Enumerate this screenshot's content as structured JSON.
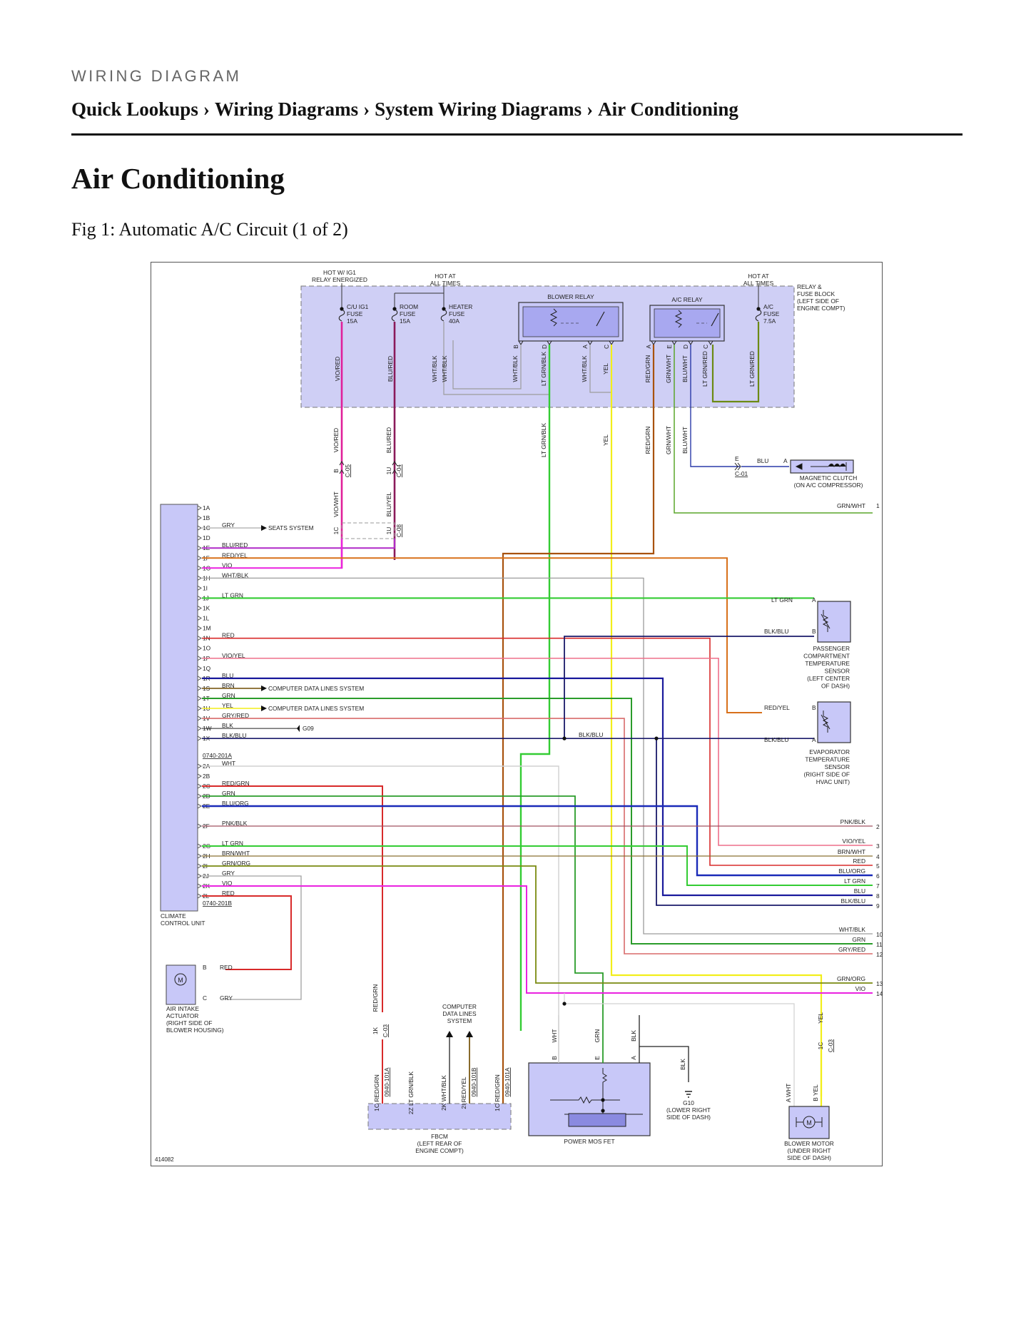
{
  "page": {
    "eyebrow": "WIRING DIAGRAM",
    "breadcrumb": [
      "Quick Lookups",
      "Wiring Diagrams",
      "System Wiring Diagrams",
      "Air Conditioning"
    ],
    "breadcrumb_separator": "›",
    "title": "Air Conditioning",
    "figure_caption": "Fig 1: Automatic A/C Circuit (1 of 2)"
  },
  "diagram": {
    "figure_id": "414082",
    "top_labels": {
      "hot_ig1": [
        "HOT W/ IG1",
        "RELAY ENERGIZED"
      ],
      "hot_at_all_times_1": [
        "HOT AT",
        "ALL TIMES"
      ],
      "hot_at_all_times_2": [
        "HOT AT",
        "ALL TIMES"
      ]
    },
    "relay_block_label": [
      "RELAY &",
      "FUSE BLOCK",
      "(LEFT SIDE OF",
      "ENGINE COMPT)"
    ],
    "fuses": {
      "cu_ig1": [
        "C/U IG1",
        "FUSE",
        "15A"
      ],
      "room": [
        "ROOM",
        "FUSE",
        "15A"
      ],
      "heater": [
        "HEATER",
        "FUSE",
        "40A"
      ],
      "ac": [
        "A/C",
        "FUSE",
        "7.5A"
      ]
    },
    "blower_relay": {
      "title": "BLOWER RELAY",
      "pins": [
        "B",
        "D",
        "A",
        "C"
      ],
      "wires": [
        "WHT/BLK",
        "LT GRN/BLK",
        "WHT/BLK",
        "YEL"
      ]
    },
    "ac_relay": {
      "title": "A/C RELAY",
      "pins": [
        "A",
        "E",
        "D",
        "C"
      ],
      "wires": [
        "RED/GRN",
        "GRN/WHT",
        "BLU/WHT",
        "LT GRN/RED"
      ]
    },
    "fuse_wires": [
      "VIO/RED",
      "BLU/RED",
      "WHT/BLK",
      "WHT/BLK",
      "LT GRN/RED"
    ],
    "mid_wires": [
      "VIO/RED",
      "BLU/RED",
      "LT GRN/BLK",
      "YEL",
      "RED/GRN",
      "GRN/WHT",
      "BLU/WHT"
    ],
    "connectors": {
      "c05": {
        "pin": "B",
        "name": "C-05"
      },
      "c04": {
        "pin": "1U",
        "name": "C-04"
      },
      "c08_1c": {
        "pin": "1C"
      },
      "c08": {
        "pin": "1U",
        "name": "C-08"
      },
      "c01": {
        "pin": "E",
        "name": "C-01"
      },
      "c03_fbcm": {
        "pin": "1K",
        "name": "C-03"
      },
      "c03_blower": {
        "pin": "1C",
        "name": "C-03"
      }
    },
    "conn_wires": [
      "VIO/WHT",
      "BLU/YEL"
    ],
    "magnetic_clutch": {
      "wire": "BLU",
      "pin": "A",
      "label": [
        "MAGNETIC CLUTCH",
        "(ON A/C COMPRESSOR)"
      ]
    },
    "grn_wht_1": {
      "label": "GRN/WHT",
      "num": "1"
    },
    "ccu": {
      "label": [
        "CLIMATE",
        "CONTROL UNIT"
      ],
      "connector_a": "0740-201A",
      "connector_b": "0740-201B",
      "pins1": [
        {
          "pin": "1A",
          "wire": ""
        },
        {
          "pin": "1B",
          "wire": ""
        },
        {
          "pin": "1C",
          "wire": "GRY"
        },
        {
          "pin": "1D",
          "wire": ""
        },
        {
          "pin": "1E",
          "wire": "BLU/RED"
        },
        {
          "pin": "1F",
          "wire": "RED/YEL"
        },
        {
          "pin": "1G",
          "wire": "VIO"
        },
        {
          "pin": "1H",
          "wire": "WHT/BLK"
        },
        {
          "pin": "1I",
          "wire": ""
        },
        {
          "pin": "1J",
          "wire": "LT GRN"
        },
        {
          "pin": "1K",
          "wire": ""
        },
        {
          "pin": "1L",
          "wire": ""
        },
        {
          "pin": "1M",
          "wire": ""
        },
        {
          "pin": "1N",
          "wire": "RED"
        },
        {
          "pin": "1O",
          "wire": ""
        },
        {
          "pin": "1P",
          "wire": "VIO/YEL"
        },
        {
          "pin": "1Q",
          "wire": ""
        },
        {
          "pin": "1R",
          "wire": "BLU"
        },
        {
          "pin": "1S",
          "wire": "BRN"
        },
        {
          "pin": "1T",
          "wire": "GRN"
        },
        {
          "pin": "1U",
          "wire": "YEL"
        },
        {
          "pin": "1V",
          "wire": "GRY/RED"
        },
        {
          "pin": "1W",
          "wire": "BLK"
        },
        {
          "pin": "1X",
          "wire": "BLK/BLU"
        }
      ],
      "pins2": [
        {
          "pin": "2A",
          "wire": "WHT"
        },
        {
          "pin": "2B",
          "wire": ""
        },
        {
          "pin": "2C",
          "wire": "RED/GRN"
        },
        {
          "pin": "2D",
          "wire": "GRN"
        },
        {
          "pin": "2E",
          "wire": "BLU/ORG"
        },
        {
          "pin": "2F",
          "wire": "PNK/BLK"
        },
        {
          "pin": "2G",
          "wire": "LT GRN"
        },
        {
          "pin": "2H",
          "wire": "BRN/WHT"
        },
        {
          "pin": "2I",
          "wire": "GRN/ORG"
        },
        {
          "pin": "2J",
          "wire": "GRY"
        },
        {
          "pin": "2K",
          "wire": "VIO"
        },
        {
          "pin": "2L",
          "wire": "RED"
        }
      ]
    },
    "arrow_targets": {
      "seats": "SEATS SYSTEM",
      "cdl1": "COMPUTER DATA LINES SYSTEM",
      "cdl2": "COMPUTER DATA LINES SYSTEM",
      "g09": "G09"
    },
    "pcts": {
      "wires": [
        "LT GRN",
        "BLK/BLU"
      ],
      "pins": [
        "A",
        "B"
      ],
      "label": [
        "PASSENGER",
        "COMPARTMENT",
        "TEMPERATURE",
        "SENSOR",
        "(LEFT CENTER",
        "OF DASH)"
      ]
    },
    "evap": {
      "wires": [
        "RED/YEL",
        "BLK/BLU"
      ],
      "pins": [
        "B",
        "A"
      ],
      "label": [
        "EVAPORATOR",
        "TEMPERATURE",
        "SENSOR",
        "(RIGHT SIDE OF",
        "HVAC UNIT)"
      ]
    },
    "splice_wire": "BLK/BLU",
    "right_wires": [
      {
        "label": "PNK/BLK",
        "num": "2"
      },
      {
        "label": "VIO/YEL",
        "num": "3"
      },
      {
        "label": "BRN/WHT",
        "num": "4"
      },
      {
        "label": "RED",
        "num": "5"
      },
      {
        "label": "BLU/ORG",
        "num": "6"
      },
      {
        "label": "LT GRN",
        "num": "7"
      },
      {
        "label": "BLU",
        "num": "8"
      },
      {
        "label": "BLK/BLU",
        "num": "9"
      },
      {
        "label": "WHT/BLK",
        "num": "10"
      },
      {
        "label": "GRN",
        "num": "11"
      },
      {
        "label": "GRY/RED",
        "num": "12"
      },
      {
        "label": "GRN/ORG",
        "num": "13"
      },
      {
        "label": "VIO",
        "num": "14"
      }
    ],
    "air_intake": {
      "pins": [
        "B",
        "C"
      ],
      "wires": [
        "RED",
        "GRY"
      ],
      "label": [
        "AIR INTAKE",
        "ACTUATOR",
        "(RIGHT SIDE OF",
        "BLOWER HOUSING)"
      ]
    },
    "fbcm": {
      "label": [
        "FBCM",
        "(LEFT REAR OF",
        "ENGINE COMPT)"
      ],
      "upper_wire": "RED/GRN",
      "pins": [
        {
          "pin": "1C",
          "wire": "RED/GRN",
          "conn": "0940-101A"
        },
        {
          "pin": "2Z",
          "wire": "LT GRN/BLK",
          "conn": ""
        },
        {
          "pin": "2K",
          "wire": "WHT/BLK",
          "conn": ""
        },
        {
          "pin": "2I",
          "wire": "RED/YEL",
          "conn": "0940-101B"
        },
        {
          "pin": "1C",
          "wire": "RED/GRN",
          "conn": "0940-101A"
        }
      ],
      "cdl_label": [
        "COMPUTER",
        "DATA LINES",
        "SYSTEM"
      ]
    },
    "mos_fet": {
      "label": "POWER MOS FET",
      "pins": [
        "B",
        "E",
        "A"
      ],
      "wires": [
        "WHT",
        "GRN",
        "BLK"
      ]
    },
    "g10": {
      "wire": "BLK",
      "label": [
        "G10",
        "(LOWER RIGHT",
        "SIDE OF DASH)"
      ]
    },
    "blower_motor": {
      "pins": [
        "A",
        "B"
      ],
      "wires": [
        "WHT",
        "YEL"
      ],
      "upper_wire": "YEL",
      "label": [
        "BLOWER MOTOR",
        "(UNDER RIGHT",
        "SIDE OF DASH)"
      ]
    },
    "motor_symbol": "M",
    "colors": {
      "vio_red": "#e0209a",
      "blu_red": "#8a1a5a",
      "lt_grn": "#33cc33",
      "yel": "#f2ee1a",
      "red_grn": "#b82a10",
      "grn_wht": "#5aa52a",
      "blu_wht": "#2a3aa8",
      "lt_grn_red": "#6c8a14",
      "wht_blk": "#9c9c9c",
      "vio": "#b02ac8",
      "red_yel": "#d8701a",
      "red": "#d82a2a",
      "vio_yel": "#ee6f8a",
      "blu": "#1a1a9c",
      "brn": "#7a5a14",
      "grn": "#2a9c2a",
      "gry_red": "#d86a6a",
      "blk": "#222222",
      "blk_blu": "#1a1a6a",
      "wht": "#d0d0d0",
      "blu_org": "#1a2ab8",
      "pnk_blk": "#a05060",
      "brn_wht": "#8a7030",
      "grn_org": "#7a8a10",
      "gry": "#a0a0a0",
      "magenta": "#ea22e0",
      "brn_red": "#a8520e",
      "relay_fill": "#c8c8f8",
      "block_fill": "#cfcff5"
    }
  }
}
